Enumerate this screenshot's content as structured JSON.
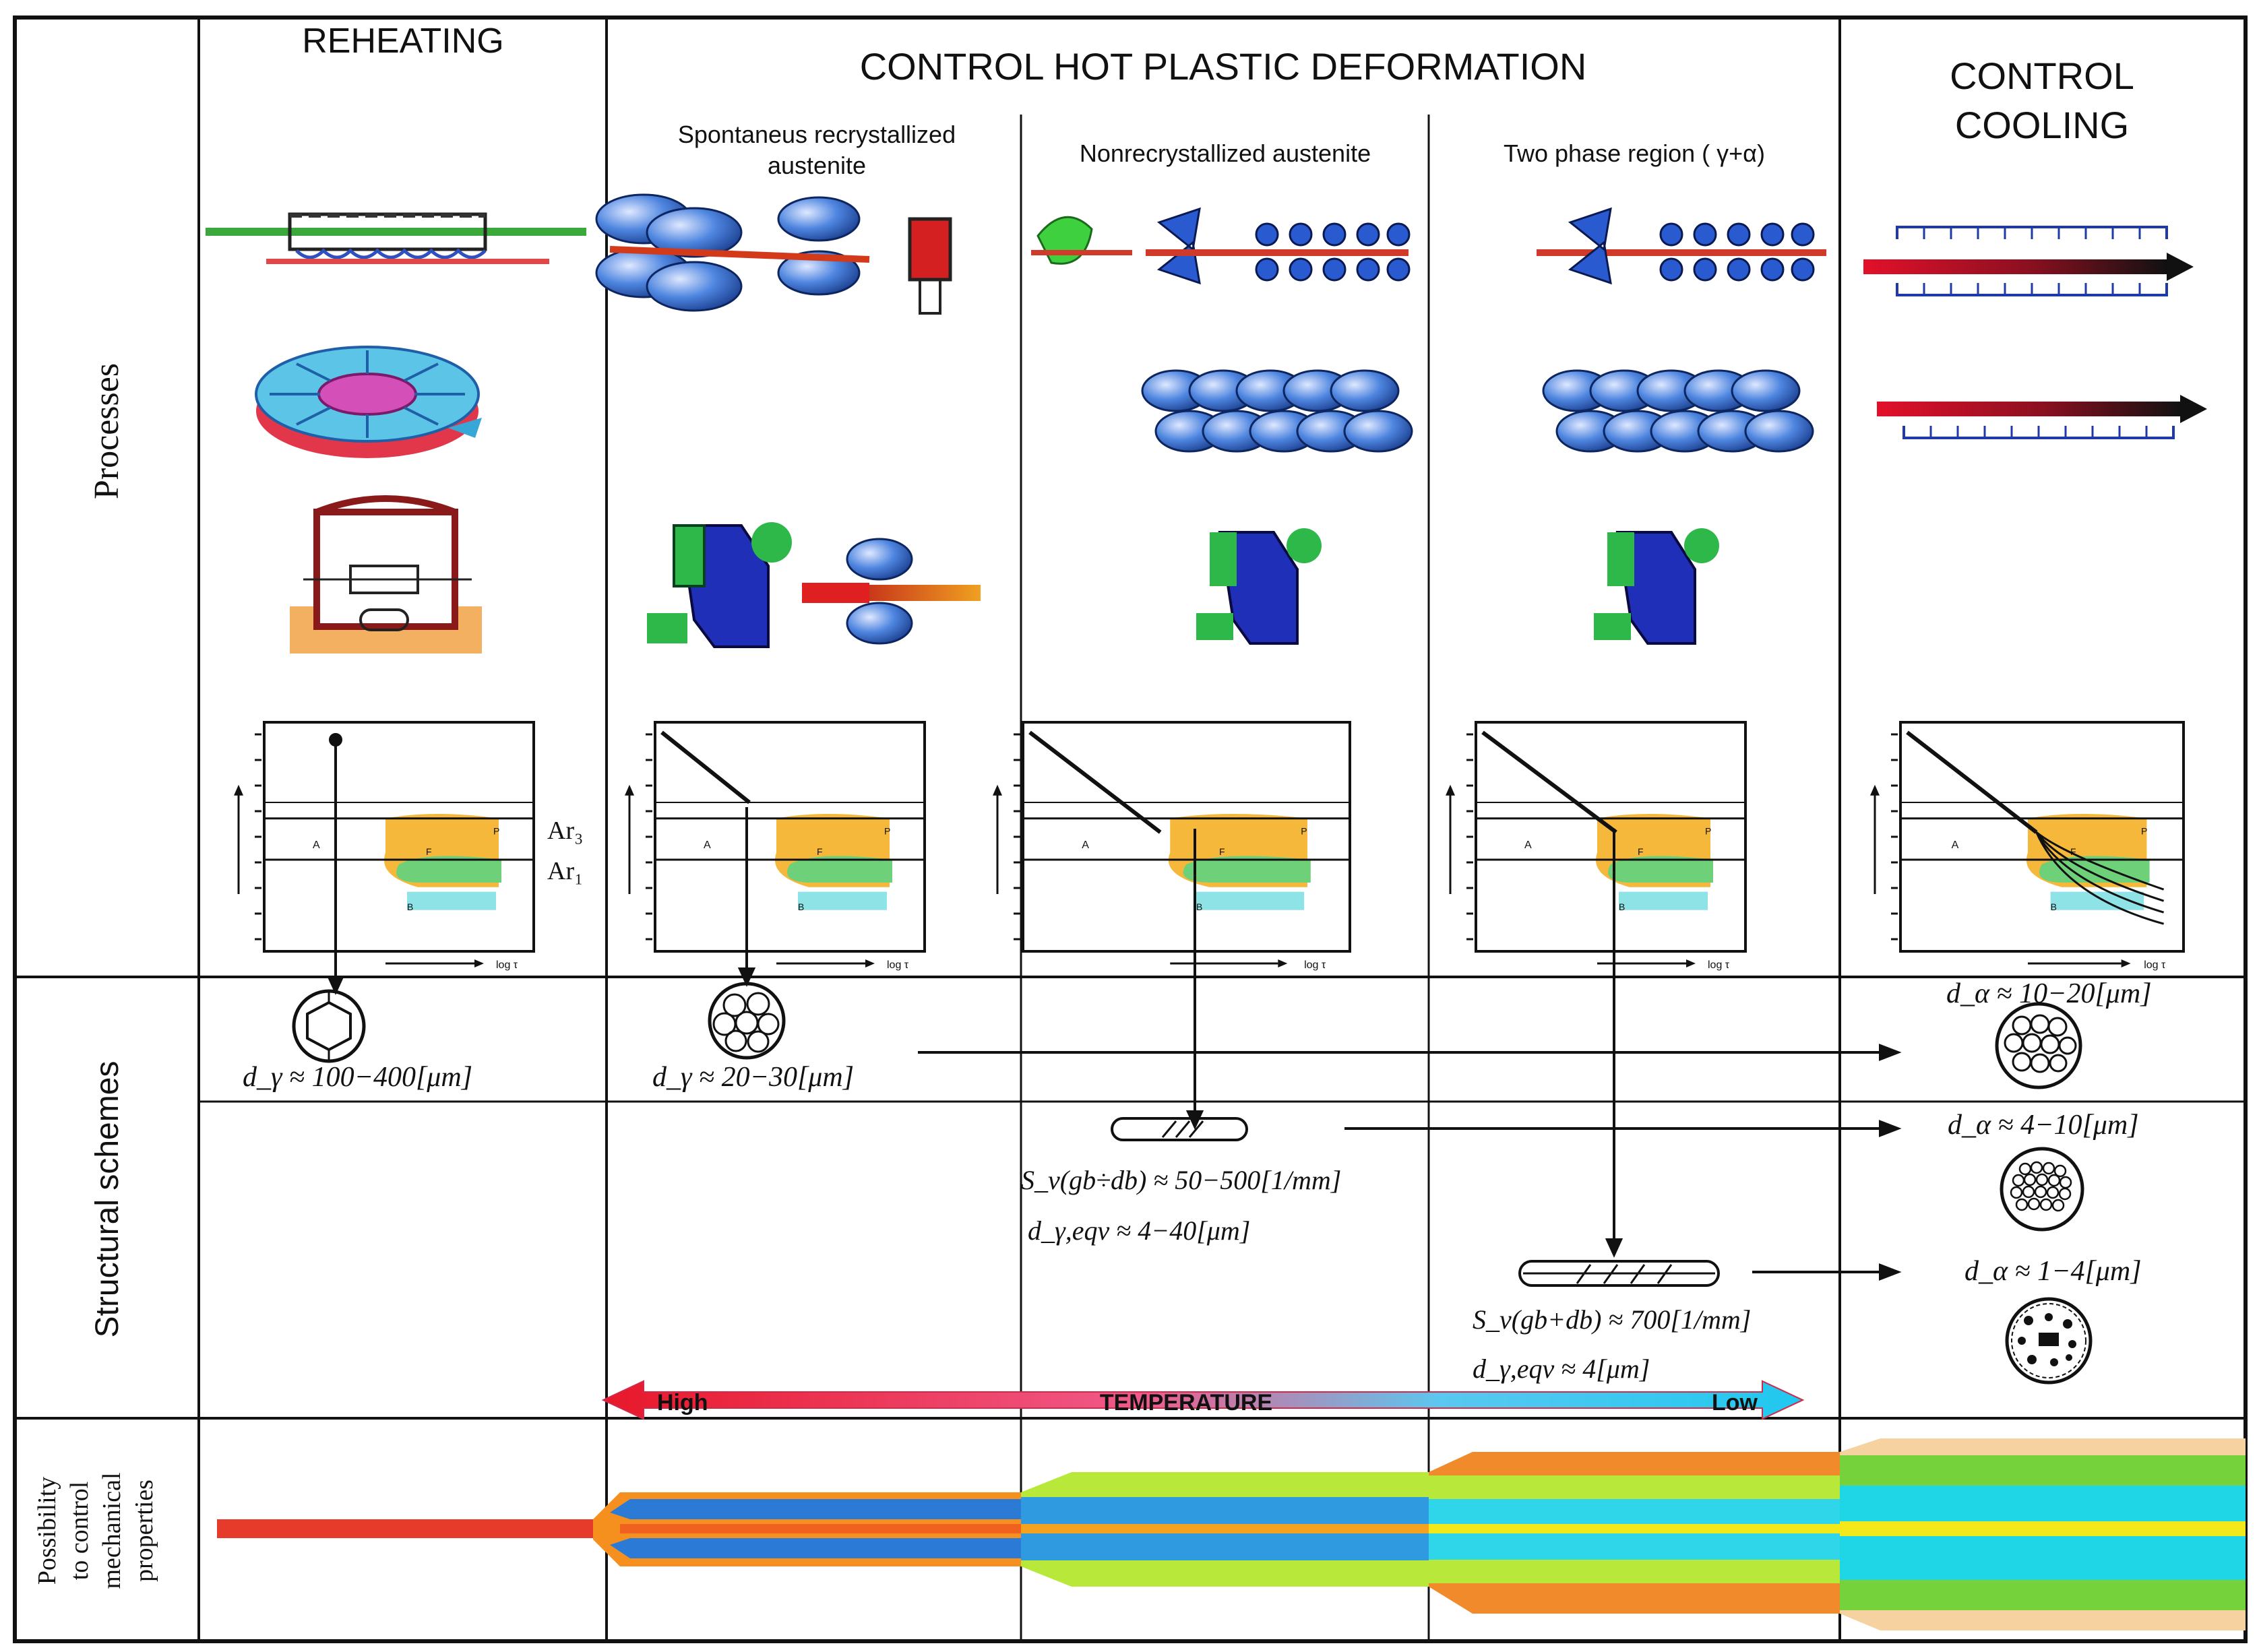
{
  "columns": {
    "reheating": "REHEATING",
    "control_hot_deformation": "CONTROL HOT PLASTIC DEFORMATION",
    "control_cooling_line1": "CONTROL",
    "control_cooling_line2": "COOLING"
  },
  "subcolumns": {
    "spontaneous_line1": "Spontaneus recrystallized",
    "spontaneous_line2": "austenite",
    "nonrecrystallized": "Nonrecrystallized austenite",
    "two_phase": "Two phase region ( γ+α)"
  },
  "rows": {
    "processes": "Processes",
    "structural_schemes": "Structural schemes",
    "possibility_line1": "Possibility",
    "possibility_line2": "to control",
    "possibility_line3": "mechanical",
    "possibility_line4": "properties"
  },
  "diagram_labels": {
    "ar3": "Ar₃",
    "ar1": "Ar₁",
    "phase_a": "A",
    "phase_f": "F",
    "phase_p": "P",
    "phase_b": "B",
    "time_axis": "log τ"
  },
  "structural": {
    "reheat_grain": "d_γ ≈ 100−400[μm]",
    "spont_grain": "d_γ ≈ 20−30[μm]",
    "nonrec_sv": "S_v(gb÷db) ≈ 50−500[1/mm]",
    "nonrec_d": "d_γ,eqv ≈ 4−40[μm]",
    "twophase_sv": "S_v(gb+db) ≈ 700[1/mm]",
    "twophase_d": "d_γ,eqv ≈ 4[μm]",
    "cool_grain1": "d_α ≈ 10−20[μm]",
    "cool_grain2": "d_α ≈ 4−10[μm]",
    "cool_grain3": "d_α ≈ 1−4[μm]"
  },
  "temperature": {
    "label": "TEMPERATURE",
    "high": "High",
    "low": "Low"
  },
  "colors": {
    "red": "#e8182a",
    "orange": "#f7941d",
    "yellow": "#f2e81a",
    "green": "#76d23a",
    "cyan": "#1fd6e6",
    "blue": "#1d4fd6",
    "roll_blue": "#2a63c9",
    "stand_blue": "#1f2fb8",
    "stand_green": "#2fb84a",
    "phase_orange": "#f6b83a",
    "phase_green": "#6fd07a",
    "phase_cyan": "#8de3e6"
  }
}
